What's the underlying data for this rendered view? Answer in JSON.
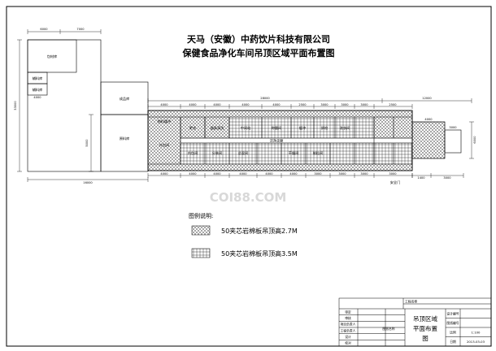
{
  "title": {
    "line1": "天马（安徽）中药饮片科技有限公司",
    "line2": "保健食品净化车间吊顶区域平面布置图"
  },
  "rooms": {
    "packaging_store": "包材库",
    "aux_store_1": "辅料库",
    "aux_store_2": "辅料库",
    "finished_store": "成品库",
    "raw_store": "原料库",
    "material_buffer": "物料缓冲",
    "outer_pack": "外包间",
    "inner_pack": "内包间",
    "sorting": "分装间",
    "mixing": "总混间",
    "granulation": "制粒间",
    "drying": "干燥间",
    "clean_corridor": "洁净走廊",
    "weighing": "称量间",
    "wash": "洗衣间",
    "equipment_clean": "器具清洗",
    "changing": "更衣",
    "buffer": "缓冲",
    "qc": "质检",
    "intermediate": "中间站"
  },
  "dimensions": {
    "top_6000": "6000",
    "top_7000": "7000",
    "top_28000": "28000",
    "top_12000": "12000",
    "left_33000": "33000",
    "left_4000": "4000",
    "left_5000": "5000",
    "bottom_16000": "16000",
    "row_a": [
      "4000",
      "4000",
      "4000",
      "4000",
      "4000",
      "2500",
      "3000",
      "3000",
      "3000",
      "2500"
    ],
    "row_b": [
      "4000",
      "4000",
      "4000",
      "4000",
      "4000",
      "4000",
      "3000",
      "3000",
      "3000",
      "3000"
    ],
    "right_6000": "6000",
    "right_4000": "4000",
    "right_3000": "3000",
    "bottom_right_1": "1400",
    "bottom_right_2": "3000"
  },
  "entrance_label": "安全门",
  "legend": {
    "heading": "图例说明:",
    "item1": "50夹芯岩棉板吊顶高2.7M",
    "item2": "50夹芯岩棉板吊顶高3.5M"
  },
  "title_block": {
    "project_label": "工程名称",
    "drawing_label": "图纸名称",
    "drawing_name_line1": "吊顶区域",
    "drawing_name_line2": "平面布置",
    "drawing_name_line3": "图",
    "rows_left": [
      "审定",
      "审核",
      "项目负责人",
      "工程负责人",
      "设计",
      "校对"
    ],
    "rows_right": [
      "设计编号",
      "图纸编号",
      "比例",
      "日期"
    ],
    "ratio_value": "1:100",
    "date_value": "2013-03-03"
  },
  "watermark": "COI88.COM",
  "colors": {
    "line": "#000000",
    "hatch": "#000000",
    "watermark": "#d8d8d8"
  }
}
